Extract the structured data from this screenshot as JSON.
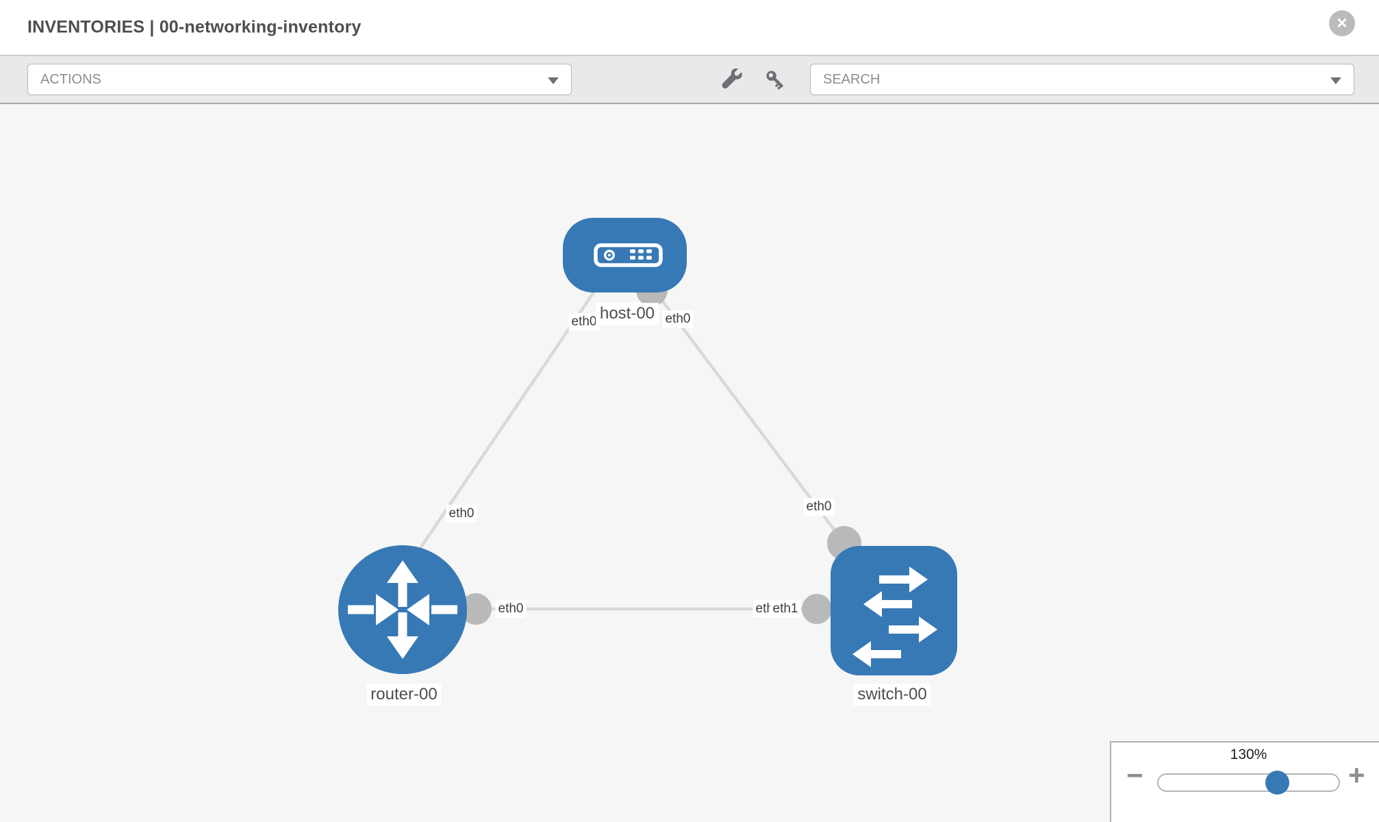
{
  "window": {
    "title": "INVENTORIES | 00-networking-inventory",
    "close_glyph": "✕",
    "close_icon": "close-icon"
  },
  "toolbar": {
    "actions_dropdown": {
      "label": "ACTIONS",
      "icon": "chevron-down-icon"
    },
    "search_dropdown": {
      "label": "SEARCH",
      "icon": "chevron-down-icon"
    },
    "icons": [
      "wrench-icon",
      "key-icon"
    ]
  },
  "topology": {
    "nodes": [
      {
        "label": "host-00",
        "type": "host",
        "icon": "host-icon"
      },
      {
        "label": "router-00",
        "type": "router",
        "icon": "router-icon"
      },
      {
        "label": "switch-00",
        "type": "switch",
        "icon": "switch-icon"
      }
    ],
    "links": [
      {
        "source": "host-00",
        "target": "router-00",
        "source_interface": "eth0",
        "target_interface": "eth0"
      },
      {
        "source": "host-00",
        "target": "switch-00",
        "source_interface": "eth0",
        "target_interface": "eth0"
      },
      {
        "source": "router-00",
        "target": "switch-00",
        "source_interface": "eth0",
        "target_interface": "eth1",
        "target_interface_overlapped": "eth1"
      }
    ]
  },
  "zoom_control": {
    "level": "130%",
    "decrease": "−",
    "increase": "+"
  },
  "colors": {
    "node_blue": "#3779b5",
    "link_gray": "#d8dad8",
    "interface_gray": "#b9b9b9",
    "canvas_bg": "#f5f6f5",
    "toolbar_bg": "#e9e9e9"
  }
}
